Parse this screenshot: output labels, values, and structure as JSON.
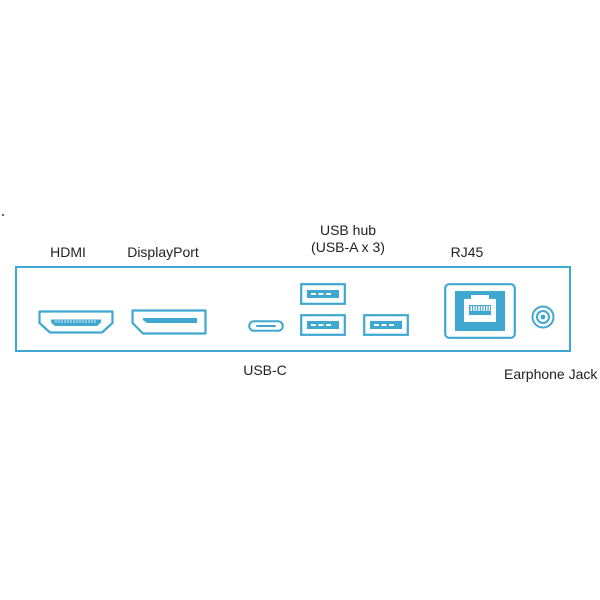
{
  "title": "",
  "accent_color": "#3fa8d0",
  "ports": {
    "hdmi": {
      "label": "HDMI",
      "icon": "hdmi-port-icon"
    },
    "displayport": {
      "label": "DisplayPort",
      "icon": "displayport-port-icon"
    },
    "usb_c": {
      "label": "USB-C",
      "icon": "usb-c-port-icon"
    },
    "usb_hub": {
      "label_line1": "USB hub",
      "label_line2": "(USB-A x 3)",
      "icon": "usb-a-port-icon",
      "count": 3
    },
    "rj45": {
      "label": "RJ45",
      "icon": "rj45-port-icon"
    },
    "earphone": {
      "label": "Earphone Jack",
      "icon": "audio-jack-icon"
    }
  }
}
